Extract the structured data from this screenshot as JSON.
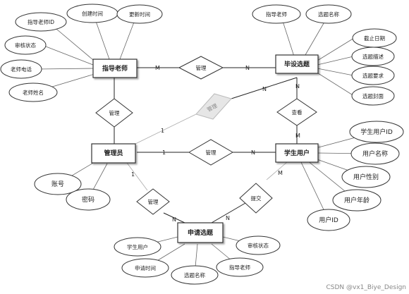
{
  "entities": {
    "advisor": "指导老师",
    "topic": "毕设选题",
    "admin": "管理员",
    "student": "学生用户",
    "application": "申请选题"
  },
  "relations": {
    "advisor_topic": "管理",
    "advisor_admin": "管理",
    "admin_topic": "管理",
    "topic_student": "查看",
    "admin_student": "管理",
    "admin_application": "管理",
    "student_application": "提交"
  },
  "cardinality": {
    "advisor_topic_left": "M",
    "advisor_topic_right": "N",
    "admin_topic_near_topic": "N",
    "admin_topic_near_admin": "1",
    "topic_student_top": "N",
    "topic_student_bottom": "M",
    "admin_student_left": "1",
    "admin_student_right": "N",
    "admin_application_top": "1",
    "admin_application_bottom": "N",
    "student_application_top": "M",
    "student_application_bottom": "N"
  },
  "attributes": {
    "advisor": [
      "指导老师ID",
      "创建时间",
      "更新时间",
      "审核状态",
      "老师电话",
      "老师姓名"
    ],
    "topic": [
      "指导老师",
      "选题名称",
      "截止日期",
      "选题描述",
      "选题要求",
      "选题封面"
    ],
    "admin": [
      "账号",
      "密码"
    ],
    "student": [
      "学生用户ID",
      "用户名称",
      "用户性别",
      "用户年龄",
      "用户ID"
    ],
    "application": [
      "学生用户",
      "申请时间",
      "选题名称",
      "指导老师",
      "审核状态"
    ]
  },
  "watermark": "CSDN @vx1_Biye_Design"
}
